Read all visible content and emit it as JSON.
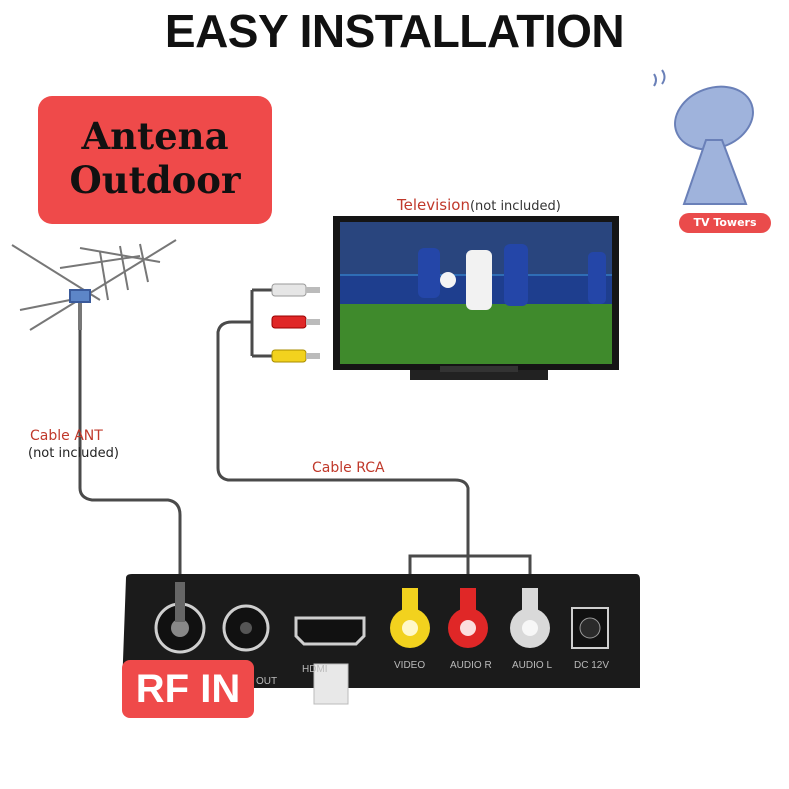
{
  "title": "EASY INSTALLATION",
  "antena_badge": {
    "line1": "Antena",
    "line2": "Outdoor"
  },
  "tv": {
    "label": "Television",
    "note": "(not included)"
  },
  "tower": {
    "label": "TV Towers"
  },
  "cable_ant": {
    "label": "Cable ANT",
    "note": "(not included)"
  },
  "cable_rca": {
    "label": "Cable RCA"
  },
  "rf_badge": "RF IN",
  "ports": {
    "video": "VIDEO",
    "audio_r": "AUDIO R",
    "audio_l": "AUDIO L",
    "dc": "DC 12V",
    "hdmi": "HDMI",
    "out": "OUT"
  },
  "colors": {
    "badge_red": "#ef4a4a",
    "accent_label": "#c0392b",
    "rca_yellow": "#f2d21e",
    "rca_red": "#e02727",
    "rca_white": "#e6e6e6",
    "pitch_green": "#3f8a2c"
  }
}
